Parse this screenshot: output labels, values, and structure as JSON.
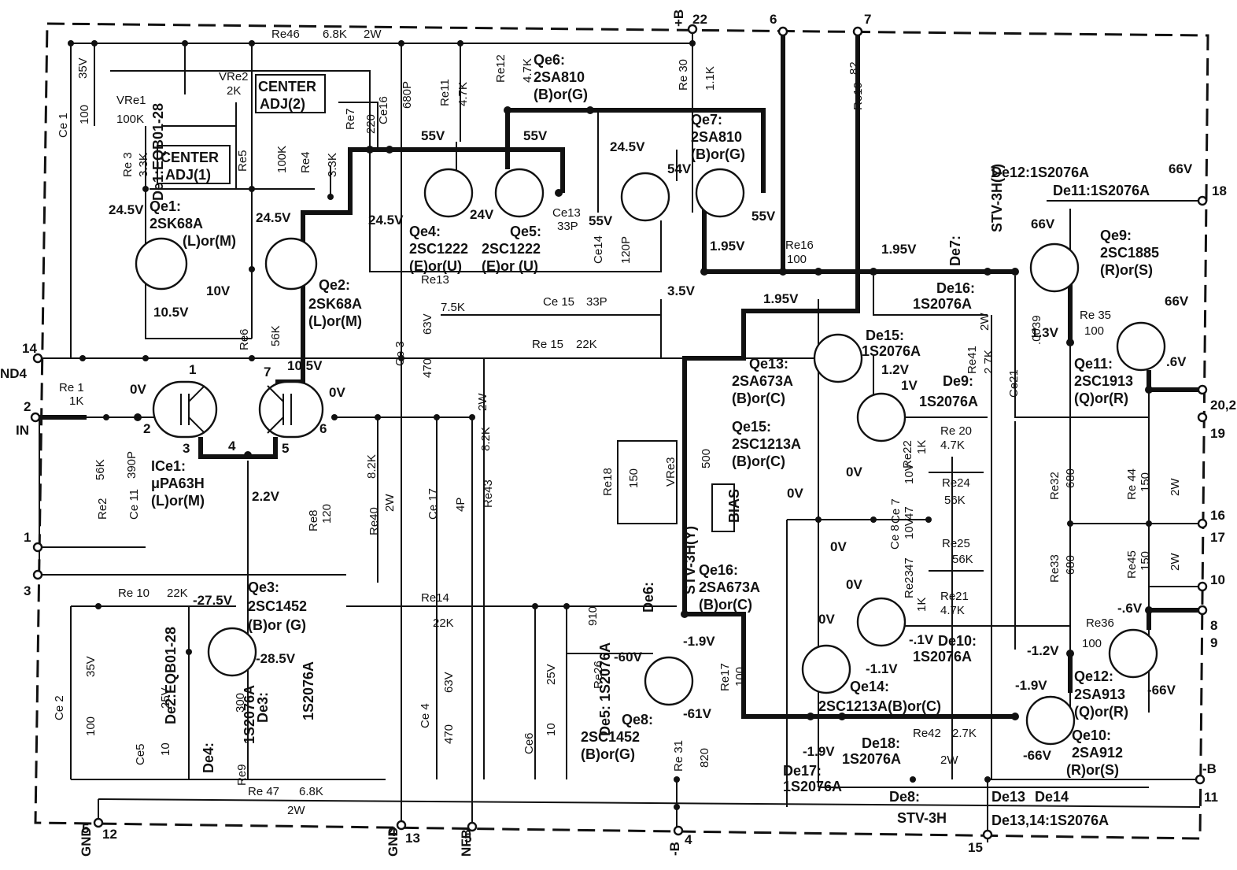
{
  "terminals": {
    "t22": "22",
    "plusB": "+B",
    "t6": "6",
    "t7": "7",
    "t18": "18",
    "t14": "14",
    "gnd4_left": "ND4",
    "t2": "2",
    "in": "IN",
    "t1": "1",
    "t3": "3",
    "t20": "20,2",
    "t19": "19",
    "t16": "16",
    "t17": "17",
    "t10": "10",
    "t8": "8",
    "t9": "9",
    "minusB_r": "-B",
    "t11": "11",
    "gnd5_a": "GND",
    "gnd5_b": "5",
    "t12": "12",
    "gnd4_b": "GND",
    "gnd4_c": "4",
    "t13": "13",
    "nfb": "NFB",
    "t5": "5",
    "minusB": "-B",
    "t4": "4",
    "t15": "15"
  },
  "resistors": {
    "re46": "Re46",
    "re46v": "6.8K",
    "re46p": "2W",
    "vre1": "VRe1",
    "vre1v": "100K",
    "vre2": "VRe2",
    "vre2v": "2K",
    "re3": "Re 3",
    "re3v": "3.3K",
    "re5": "Re5",
    "re5v": "100K",
    "re4": "Re4",
    "re4v": "3.3K",
    "re7": "Re7",
    "re7v": "220",
    "re11": "Re11",
    "re11v": "4.7K",
    "re12": "Re12",
    "re12v": "4.7K",
    "re30": "Re 30",
    "re30v": "1.1K",
    "re19": "Re19",
    "re19v": "82",
    "re13": "Re13",
    "re13v": "7.5K",
    "re15": "Re 15",
    "re15v": "22K",
    "re6": "Re6",
    "re6v": "56K",
    "re1": "Re 1",
    "re1v": "1K",
    "re2": "Re2",
    "re2v": "56K",
    "re8": "Re8",
    "re8v": "120",
    "re40": "Re40",
    "re40v": "8.2K",
    "re40p": "2W",
    "re43": "Re43",
    "re43v": "8.2K",
    "re43p": "2W",
    "re16": "Re16",
    "re16v": "100",
    "re18": "Re18",
    "re18v": "150",
    "vre3": "VRe3",
    "vre3v": "500",
    "re17": "Re17",
    "re17v": "100",
    "re10": "Re 10",
    "re10v": "22K",
    "re9": "Re9",
    "re9v": "300",
    "re47": "Re 47",
    "re47v": "6.8K",
    "re47p": "2W",
    "re14": "Re14",
    "re14v": "22K",
    "re26": "Re26",
    "re26v": "910",
    "re31": "Re 31",
    "re31v": "820",
    "re41": "Re41",
    "re41v": "2.7K",
    "re41p": "2W",
    "re20": "Re 20",
    "re20v": "4.7K",
    "re22": "Re22",
    "re22v": "1K",
    "re24": "Re24",
    "re24v": "56K",
    "re25": "Re25",
    "re25v": "56K",
    "re23": "Re23",
    "re23v": "1K",
    "re21": "Re21",
    "re21v": "4.7K",
    "re32": "Re32",
    "re32v": "680",
    "re33": "Re33",
    "re33v": "680",
    "re44": "Re 44",
    "re44v": "150",
    "re44p": "2W",
    "re45": "Re45",
    "re45v": "150",
    "re45p": "2W",
    "re35": "Re 35",
    "re35v": "100",
    "re36": "Re36",
    "re36v": "100",
    "re42": "Re42",
    "re42v": "2.7K",
    "re42p": "2W"
  },
  "capacitors": {
    "ce1": "Ce 1",
    "ce1v": "100",
    "ce1r": "35V",
    "ce16": "Ce16",
    "ce16v": "680P",
    "ce13": "Ce13",
    "ce13v": "33P",
    "ce14": "Ce14",
    "ce14v": "120P",
    "ce15": "Ce 15",
    "ce15v": "33P",
    "ce3": "Ce 3",
    "ce3v": "470",
    "ce3r": "63V",
    "ce11": "Ce 11",
    "ce11v": "390P",
    "ce17": "Ce 17",
    "ce17v": "4P",
    "ce2": "Ce 2",
    "ce2v": "100",
    "ce2r": "35V",
    "ce5": "Ce5",
    "ce5v": "10",
    "ce5r": "25V",
    "ce4": "Ce 4",
    "ce4v": "470",
    "ce4r": "63V",
    "ce6": "Ce6",
    "ce6v": "10",
    "ce6r": "25V",
    "ce7": "Ce 7",
    "ce7v": "47",
    "ce7r": "10V",
    "ce8": "Ce 8",
    "ce8v": "47",
    "ce8r": "10V",
    "ce21": "Ce21",
    "ce21v": ".0039"
  },
  "transistors": {
    "qe1": "Qe1:",
    "qe1t": "2SK68A",
    "qe1g": "(L)or(M)",
    "qe2": "Qe2:",
    "qe2t": "2SK68A",
    "qe2g": "(L)or(M)",
    "qe3": "Qe3:",
    "qe3t": "2SC1452",
    "qe3g": "(B)or (G)",
    "qe4": "Qe4:",
    "qe4t": "2SC1222",
    "qe4g": "(E)or(U)",
    "qe5": "Qe5:",
    "qe5t": "2SC1222",
    "qe5g": "(E)or (U)",
    "qe6": "Qe6:",
    "qe6t": "2SA810",
    "qe6g": "(B)or(G)",
    "qe7": "Qe7:",
    "qe7t": "2SA810",
    "qe7g": "(B)or(G)",
    "qe8": "Qe8:",
    "qe8t": "2SC1452",
    "qe8g": "(B)or(G)",
    "qe9": "Qe9:",
    "qe9t": "2SC1885",
    "qe9g": "(R)or(S)",
    "qe10": "Qe10:",
    "qe10t": "2SA912",
    "qe10g": "(R)or(S)",
    "qe11": "Qe11:",
    "qe11t": "2SC1913",
    "qe11g": "(Q)or(R)",
    "qe12": "Qe12:",
    "qe12t": "2SA913",
    "qe12g": "(Q)or(R)",
    "qe13": "Qe13:",
    "qe13t": "2SA673A",
    "qe13g": "(B)or(C)",
    "qe14": "Qe14:",
    "qe14t": "2SC1213A(B)or(C)",
    "qe15": "Qe15:",
    "qe15t": "2SC1213A",
    "qe15g": "(B)or(C)",
    "qe16": "Qe16:",
    "qe16t": "2SA673A",
    "qe16g": "(B)or(C)",
    "ice1": "ICe1:",
    "ice1t": "μPA63H",
    "ice1g": "(L)or(M)",
    "ic_p1": "1",
    "ic_p2": "2",
    "ic_p3": "3",
    "ic_p4": "4",
    "ic_p5": "5",
    "ic_p6": "6",
    "ic_p7": "7"
  },
  "diodes": {
    "de1": "De1:EQB01-28",
    "de2": "De2:EQB01-28",
    "de3": "De3:",
    "de3t": "1S2076A",
    "de4": "De4:",
    "de4t": "1S2076A",
    "de5": "De5: 1S2076A",
    "de6": "De6:",
    "de6t": "STV-3H(Y)",
    "de7": "De7:",
    "de7t": "STV-3H(Y)",
    "de8": "De8:",
    "de8t": "STV-3H",
    "de9": "De9:",
    "de9t": "1S2076A",
    "de10": "De10:",
    "de10t": "1S2076A",
    "de11": "De11:1S2076A",
    "de12": "De12:1S2076A",
    "de13": "De13",
    "de14": "De14",
    "de1314": "De13,14:1S2076A",
    "de15": "De15:",
    "de15t": "1S2076A",
    "de16": "De16:",
    "de16t": "1S2076A",
    "de17": "De17:",
    "de17t": "1S2076A",
    "de18": "De18:",
    "de18t": "1S2076A"
  },
  "boxes": {
    "center1a": "CENTER",
    "center1b": "ADJ(1)",
    "center2a": "CENTER",
    "center2b": "ADJ(2)",
    "bias": "BIAS"
  },
  "voltages": {
    "v24_5a": "24.5V",
    "v24_5b": "24.5V",
    "v24_5c": "24.5V",
    "v24_5d": "24.5V",
    "v10": "10V",
    "v10_5a": "10.5V",
    "v10_5b": "10.5V",
    "v0a": "0V",
    "v0b": "0V",
    "v2_2": "2.2V",
    "v55a": "55V",
    "v55b": "55V",
    "v55c": "55V",
    "v55d": "55V",
    "v24": "24V",
    "v54": "54V",
    "v1_95a": "1.95V",
    "v1_95b": "1.95V",
    "v1_95c": "1.95V",
    "v3_5": "3.5V",
    "v66a": "66V",
    "v66b": "66V",
    "v66c": "66V",
    "v1_3": "1.3V",
    "v_6": ".6V",
    "v1_2": "1.2V",
    "v1v": "1V",
    "v0c": "0V",
    "v0d": "0V",
    "v0e": "0V",
    "v0f": "0V",
    "v0g": "0V",
    "vm_1a": "-.1V",
    "vm1_1": "-1.1V",
    "vm_6": "-.6V",
    "vm1_2": "-1.2V",
    "vm1_9a": "-1.9V",
    "vm1_9b": "-1.9V",
    "vm1_9c": "-1.9V",
    "vm66a": "-66V",
    "vm66b": "-66V",
    "vm27_5": "-27.5V",
    "vm28_5": "-28.5V",
    "vm60": "-60V",
    "vm61": "-61V"
  }
}
